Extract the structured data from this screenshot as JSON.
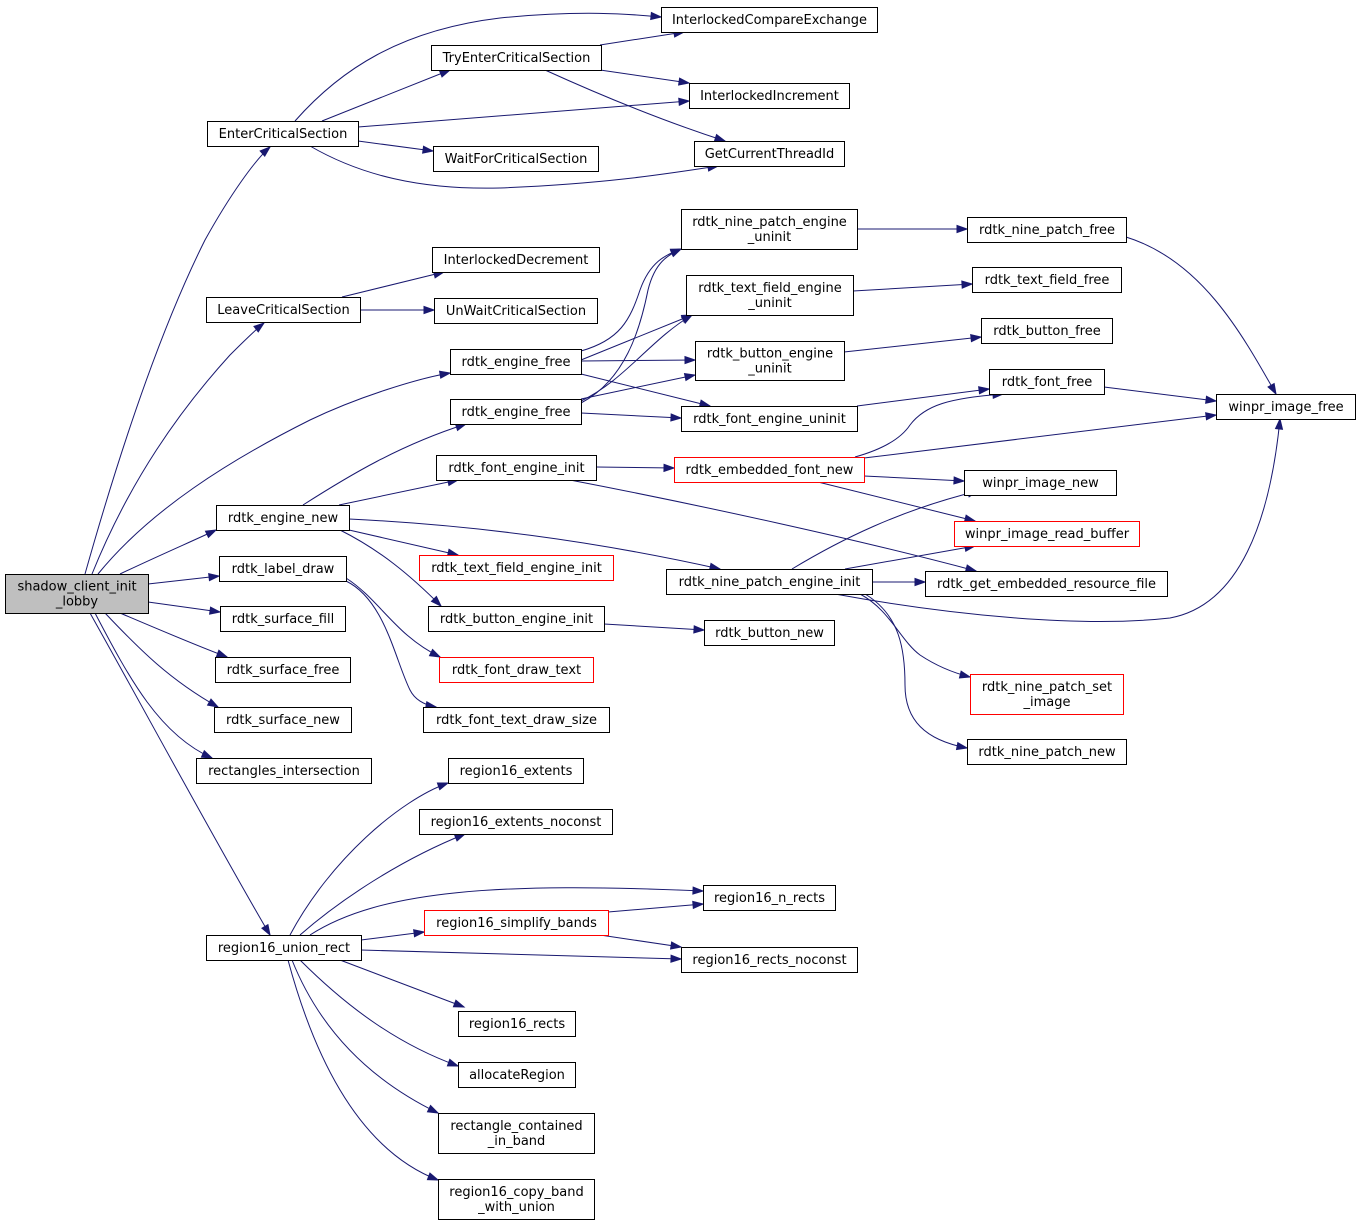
{
  "graph": {
    "root": "shadow_client_init_lobby",
    "edge_color": "#191970",
    "truncated_node_border_color": "#ff0000",
    "root_fill_color": "#bfbfbf",
    "nodes": [
      {
        "id": "shadow_client_init_lobby",
        "lines": [
          "shadow_client_init",
          "_lobby"
        ],
        "style": "root"
      },
      {
        "id": "EnterCriticalSection",
        "lines": [
          "EnterCriticalSection"
        ]
      },
      {
        "id": "LeaveCriticalSection",
        "lines": [
          "LeaveCriticalSection"
        ]
      },
      {
        "id": "rdtk_engine_new",
        "lines": [
          "rdtk_engine_new"
        ]
      },
      {
        "id": "rdtk_label_draw",
        "lines": [
          "rdtk_label_draw"
        ]
      },
      {
        "id": "rdtk_surface_fill",
        "lines": [
          "rdtk_surface_fill"
        ]
      },
      {
        "id": "rdtk_surface_free",
        "lines": [
          "rdtk_surface_free"
        ]
      },
      {
        "id": "rdtk_surface_new",
        "lines": [
          "rdtk_surface_new"
        ]
      },
      {
        "id": "rectangles_intersection",
        "lines": [
          "rectangles_intersection"
        ]
      },
      {
        "id": "region16_union_rect",
        "lines": [
          "region16_union_rect"
        ]
      },
      {
        "id": "TryEnterCriticalSection",
        "lines": [
          "TryEnterCriticalSection"
        ]
      },
      {
        "id": "WaitForCriticalSection",
        "lines": [
          "WaitForCriticalSection"
        ]
      },
      {
        "id": "InterlockedDecrement",
        "lines": [
          "InterlockedDecrement"
        ]
      },
      {
        "id": "UnWaitCriticalSection",
        "lines": [
          "UnWaitCriticalSection"
        ]
      },
      {
        "id": "rdtk_engine_free_1",
        "lines": [
          "rdtk_engine_free"
        ]
      },
      {
        "id": "rdtk_engine_free_2",
        "lines": [
          "rdtk_engine_free"
        ]
      },
      {
        "id": "rdtk_font_engine_init",
        "lines": [
          "rdtk_font_engine_init"
        ]
      },
      {
        "id": "rdtk_text_field_engine_init",
        "lines": [
          "rdtk_text_field_engine_init"
        ],
        "style": "red"
      },
      {
        "id": "rdtk_button_engine_init",
        "lines": [
          "rdtk_button_engine_init"
        ]
      },
      {
        "id": "rdtk_font_draw_text",
        "lines": [
          "rdtk_font_draw_text"
        ],
        "style": "red"
      },
      {
        "id": "rdtk_font_text_draw_size",
        "lines": [
          "rdtk_font_text_draw_size"
        ]
      },
      {
        "id": "region16_extents",
        "lines": [
          "region16_extents"
        ]
      },
      {
        "id": "region16_extents_noconst",
        "lines": [
          "region16_extents_noconst"
        ]
      },
      {
        "id": "region16_simplify_bands",
        "lines": [
          "region16_simplify_bands"
        ],
        "style": "red"
      },
      {
        "id": "region16_rects",
        "lines": [
          "region16_rects"
        ]
      },
      {
        "id": "allocateRegion",
        "lines": [
          "allocateRegion"
        ]
      },
      {
        "id": "rectangle_contained_in_band",
        "lines": [
          "rectangle_contained",
          "_in_band"
        ]
      },
      {
        "id": "region16_copy_band_with_union",
        "lines": [
          "region16_copy_band",
          "_with_union"
        ]
      },
      {
        "id": "InterlockedCompareExchange",
        "lines": [
          "InterlockedCompareExchange"
        ]
      },
      {
        "id": "InterlockedIncrement",
        "lines": [
          "InterlockedIncrement"
        ]
      },
      {
        "id": "GetCurrentThreadId",
        "lines": [
          "GetCurrentThreadId"
        ]
      },
      {
        "id": "rdtk_nine_patch_engine_uninit",
        "lines": [
          "rdtk_nine_patch_engine",
          "_uninit"
        ]
      },
      {
        "id": "rdtk_text_field_engine_uninit",
        "lines": [
          "rdtk_text_field_engine",
          "_uninit"
        ]
      },
      {
        "id": "rdtk_button_engine_uninit",
        "lines": [
          "rdtk_button_engine",
          "_uninit"
        ]
      },
      {
        "id": "rdtk_font_engine_uninit",
        "lines": [
          "rdtk_font_engine_uninit"
        ]
      },
      {
        "id": "rdtk_embedded_font_new",
        "lines": [
          "rdtk_embedded_font_new"
        ],
        "style": "red"
      },
      {
        "id": "rdtk_nine_patch_engine_init",
        "lines": [
          "rdtk_nine_patch_engine_init"
        ]
      },
      {
        "id": "rdtk_button_new",
        "lines": [
          "rdtk_button_new"
        ]
      },
      {
        "id": "region16_n_rects",
        "lines": [
          "region16_n_rects"
        ]
      },
      {
        "id": "region16_rects_noconst",
        "lines": [
          "region16_rects_noconst"
        ]
      },
      {
        "id": "rdtk_nine_patch_free",
        "lines": [
          "rdtk_nine_patch_free"
        ]
      },
      {
        "id": "rdtk_text_field_free",
        "lines": [
          "rdtk_text_field_free"
        ]
      },
      {
        "id": "rdtk_button_free",
        "lines": [
          "rdtk_button_free"
        ]
      },
      {
        "id": "rdtk_font_free",
        "lines": [
          "rdtk_font_free"
        ]
      },
      {
        "id": "winpr_image_new",
        "lines": [
          "winpr_image_new"
        ]
      },
      {
        "id": "winpr_image_read_buffer",
        "lines": [
          "winpr_image_read_buffer"
        ],
        "style": "red"
      },
      {
        "id": "rdtk_get_embedded_resource_file",
        "lines": [
          "rdtk_get_embedded_resource_file"
        ]
      },
      {
        "id": "rdtk_nine_patch_set_image",
        "lines": [
          "rdtk_nine_patch_set",
          "_image"
        ],
        "style": "red"
      },
      {
        "id": "rdtk_nine_patch_new",
        "lines": [
          "rdtk_nine_patch_new"
        ]
      },
      {
        "id": "winpr_image_free",
        "lines": [
          "winpr_image_free"
        ]
      }
    ],
    "edges": [
      [
        "shadow_client_init_lobby",
        "EnterCriticalSection"
      ],
      [
        "shadow_client_init_lobby",
        "LeaveCriticalSection"
      ],
      [
        "shadow_client_init_lobby",
        "rdtk_engine_free_1"
      ],
      [
        "shadow_client_init_lobby",
        "rdtk_engine_new"
      ],
      [
        "shadow_client_init_lobby",
        "rdtk_label_draw"
      ],
      [
        "shadow_client_init_lobby",
        "rdtk_surface_fill"
      ],
      [
        "shadow_client_init_lobby",
        "rdtk_surface_free"
      ],
      [
        "shadow_client_init_lobby",
        "rdtk_surface_new"
      ],
      [
        "shadow_client_init_lobby",
        "rectangles_intersection"
      ],
      [
        "shadow_client_init_lobby",
        "region16_union_rect"
      ],
      [
        "EnterCriticalSection",
        "InterlockedCompareExchange"
      ],
      [
        "EnterCriticalSection",
        "TryEnterCriticalSection"
      ],
      [
        "EnterCriticalSection",
        "InterlockedIncrement"
      ],
      [
        "EnterCriticalSection",
        "WaitForCriticalSection"
      ],
      [
        "EnterCriticalSection",
        "GetCurrentThreadId"
      ],
      [
        "TryEnterCriticalSection",
        "InterlockedCompareExchange"
      ],
      [
        "TryEnterCriticalSection",
        "InterlockedIncrement"
      ],
      [
        "TryEnterCriticalSection",
        "GetCurrentThreadId"
      ],
      [
        "LeaveCriticalSection",
        "InterlockedDecrement"
      ],
      [
        "LeaveCriticalSection",
        "UnWaitCriticalSection"
      ],
      [
        "rdtk_engine_free_1",
        "rdtk_nine_patch_engine_uninit"
      ],
      [
        "rdtk_engine_free_1",
        "rdtk_text_field_engine_uninit"
      ],
      [
        "rdtk_engine_free_1",
        "rdtk_button_engine_uninit"
      ],
      [
        "rdtk_engine_free_1",
        "rdtk_font_engine_uninit"
      ],
      [
        "rdtk_engine_free_2",
        "rdtk_nine_patch_engine_uninit"
      ],
      [
        "rdtk_engine_free_2",
        "rdtk_text_field_engine_uninit"
      ],
      [
        "rdtk_engine_free_2",
        "rdtk_button_engine_uninit"
      ],
      [
        "rdtk_engine_free_2",
        "rdtk_font_engine_uninit"
      ],
      [
        "rdtk_engine_new",
        "rdtk_engine_free_2"
      ],
      [
        "rdtk_engine_new",
        "rdtk_font_engine_init"
      ],
      [
        "rdtk_engine_new",
        "rdtk_text_field_engine_init"
      ],
      [
        "rdtk_engine_new",
        "rdtk_button_engine_init"
      ],
      [
        "rdtk_engine_new",
        "rdtk_nine_patch_engine_init"
      ],
      [
        "rdtk_label_draw",
        "rdtk_font_draw_text"
      ],
      [
        "rdtk_label_draw",
        "rdtk_font_text_draw_size"
      ],
      [
        "rdtk_nine_patch_engine_uninit",
        "rdtk_nine_patch_free"
      ],
      [
        "rdtk_text_field_engine_uninit",
        "rdtk_text_field_free"
      ],
      [
        "rdtk_button_engine_uninit",
        "rdtk_button_free"
      ],
      [
        "rdtk_font_engine_uninit",
        "rdtk_font_free"
      ],
      [
        "rdtk_nine_patch_free",
        "winpr_image_free"
      ],
      [
        "rdtk_font_free",
        "winpr_image_free"
      ],
      [
        "rdtk_font_engine_init",
        "rdtk_embedded_font_new"
      ],
      [
        "rdtk_font_engine_init",
        "rdtk_get_embedded_resource_file"
      ],
      [
        "rdtk_embedded_font_new",
        "rdtk_font_free"
      ],
      [
        "rdtk_embedded_font_new",
        "winpr_image_free"
      ],
      [
        "rdtk_embedded_font_new",
        "winpr_image_new"
      ],
      [
        "rdtk_embedded_font_new",
        "winpr_image_read_buffer"
      ],
      [
        "rdtk_nine_patch_engine_init",
        "winpr_image_new"
      ],
      [
        "rdtk_nine_patch_engine_init",
        "winpr_image_read_buffer"
      ],
      [
        "rdtk_nine_patch_engine_init",
        "rdtk_get_embedded_resource_file"
      ],
      [
        "rdtk_nine_patch_engine_init",
        "winpr_image_free"
      ],
      [
        "rdtk_nine_patch_engine_init",
        "rdtk_nine_patch_set_image"
      ],
      [
        "rdtk_nine_patch_engine_init",
        "rdtk_nine_patch_new"
      ],
      [
        "rdtk_button_engine_init",
        "rdtk_button_new"
      ],
      [
        "region16_union_rect",
        "region16_extents"
      ],
      [
        "region16_union_rect",
        "region16_extents_noconst"
      ],
      [
        "region16_union_rect",
        "region16_n_rects"
      ],
      [
        "region16_union_rect",
        "region16_simplify_bands"
      ],
      [
        "region16_union_rect",
        "region16_rects_noconst"
      ],
      [
        "region16_union_rect",
        "region16_rects"
      ],
      [
        "region16_union_rect",
        "allocateRegion"
      ],
      [
        "region16_union_rect",
        "rectangle_contained_in_band"
      ],
      [
        "region16_union_rect",
        "region16_copy_band_with_union"
      ],
      [
        "region16_simplify_bands",
        "region16_n_rects"
      ],
      [
        "region16_simplify_bands",
        "region16_rects_noconst"
      ]
    ]
  }
}
